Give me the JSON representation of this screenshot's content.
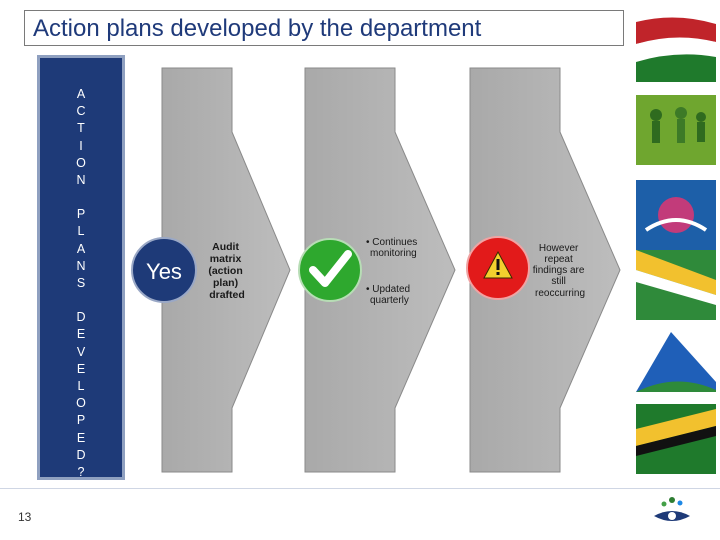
{
  "title": "Action plans developed by the department",
  "vertical_label": {
    "words": [
      [
        "A",
        "C",
        "T",
        "I",
        "O",
        "N"
      ],
      [
        "P",
        "L",
        "A",
        "N",
        "S"
      ],
      [
        "D",
        "E",
        "V",
        "E",
        "L",
        "O",
        "P",
        "E",
        "D",
        "?"
      ]
    ]
  },
  "step1": {
    "answer": "Yes",
    "description": [
      "Audit",
      "matrix",
      "(action",
      "plan)",
      "drafted"
    ]
  },
  "step2": {
    "icon": "checkmark-icon",
    "bullets": [
      [
        "• Continues",
        "monitoring"
      ],
      [
        "• Updated",
        "quarterly"
      ]
    ]
  },
  "step3": {
    "icon": "warning-icon",
    "text": [
      "However",
      "repeat",
      "findings are",
      "still",
      "reoccurring"
    ]
  },
  "page_number": "13",
  "colors": {
    "title": "#1f3a7a",
    "bar": "#1e3a78",
    "arrow": "#b3b3b3",
    "check": "#2ea82e",
    "warn": "#e21a1a"
  }
}
